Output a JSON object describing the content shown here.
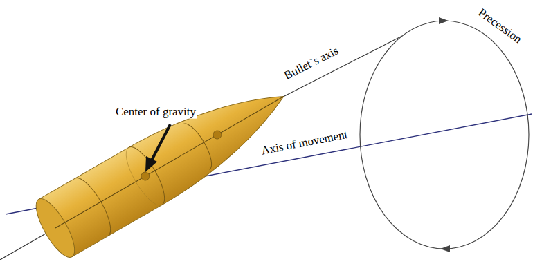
{
  "diagram": {
    "labels": [
      "Center of gravity",
      "Bullet`s axis",
      "Precession",
      "Axis of movement"
    ]
  }
}
